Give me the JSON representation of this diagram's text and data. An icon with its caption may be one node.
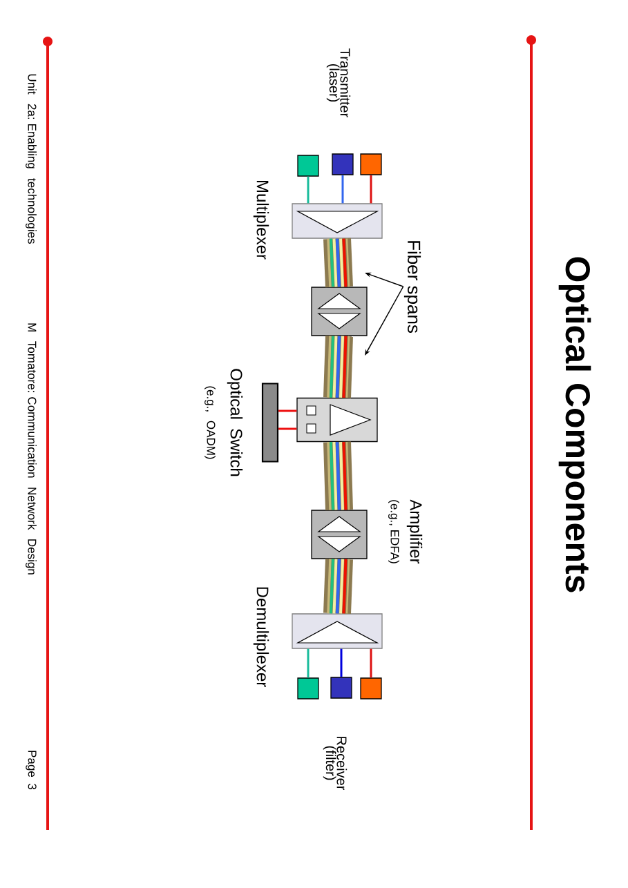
{
  "diagram": {
    "title": "Optical Components",
    "nodes": [
      {
        "text": [],
        "shape": "box"
      },
      {
        "text": [],
        "shape": "box"
      },
      {
        "text": [],
        "shape": "box"
      },
      {
        "text": [
          "Multiplexer"
        ]
      },
      {
        "text": [],
        "shape": "box"
      },
      {
        "text": [],
        "shape": "box"
      },
      {
        "text": [],
        "shape": "bar"
      },
      {
        "text": [
          "Amplifier",
          "(e.g., EDFA)"
        ]
      },
      {
        "text": [
          "Demultiplexer"
        ]
      },
      {
        "text": [],
        "shape": "box"
      },
      {
        "text": [],
        "shape": "box"
      },
      {
        "text": [],
        "shape": "box"
      },
      {
        "text": [
          "Fiber spans"
        ]
      }
    ],
    "edges": [
      {
        "from": 0,
        "to": 3,
        "arrow": "none",
        "color": "#1abc9c"
      },
      {
        "from": 1,
        "to": 3,
        "arrow": "none",
        "color": "#3366ee"
      },
      {
        "from": 2,
        "to": 3,
        "arrow": "none",
        "color": "#dd1111"
      },
      {
        "from": 3,
        "to": 4,
        "arrow": "none",
        "style": "thick"
      },
      {
        "from": 4,
        "to": 5,
        "arrow": "none",
        "style": "thick"
      },
      {
        "from": 5,
        "to": 7,
        "arrow": "none",
        "style": "thick"
      },
      {
        "from": 7,
        "to": 8,
        "arrow": "none",
        "style": "thick"
      },
      {
        "from": 5,
        "to": 6,
        "arrow": "none",
        "color": "#ee1111"
      },
      {
        "from": 5,
        "to": 6,
        "arrow": "none",
        "color": "#ee1111"
      },
      {
        "from": 8,
        "to": 9,
        "arrow": "none",
        "color": "#1abc9c"
      },
      {
        "from": 8,
        "to": 10,
        "arrow": "none",
        "color": "#0000dd"
      },
      {
        "from": 8,
        "to": 11,
        "arrow": "none",
        "color": "#dd1111"
      },
      {
        "from": 12,
        "to": null,
        "arrow": "to",
        "color": "#000000"
      },
      {
        "from": 12,
        "to": null,
        "arrow": "to",
        "color": "#000000"
      }
    ],
    "labels": [
      "Transmitter (laser)",
      "Optical Switch",
      "(e.g., OADM)",
      "Receiver (filter)",
      "Unit 2a: Enabling technologies",
      "M Tomatore: Communication Network Design",
      "Page 3"
    ]
  }
}
